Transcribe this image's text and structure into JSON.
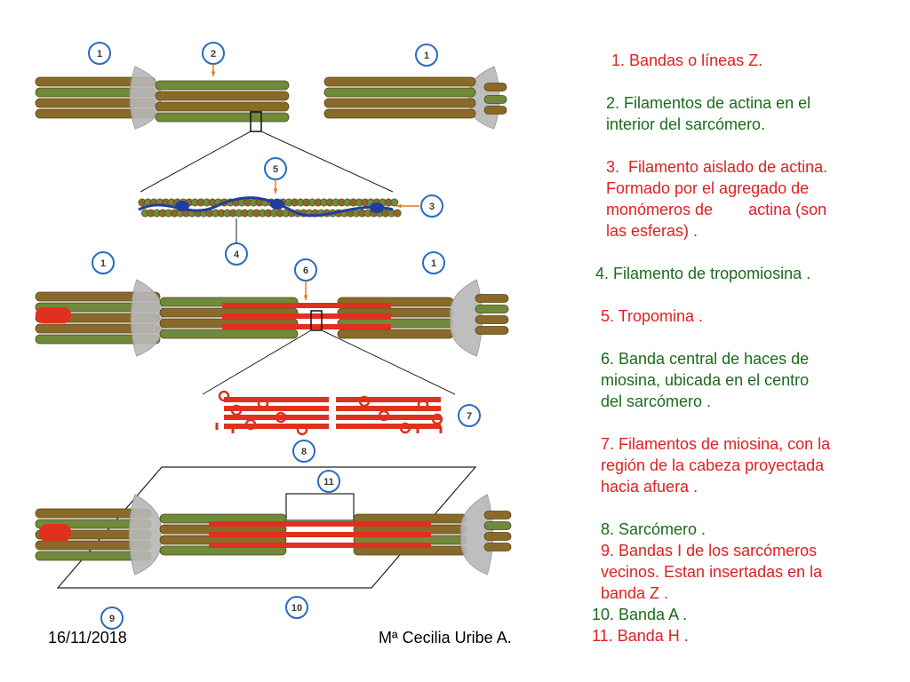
{
  "colors": {
    "actin": "#8a6a2a",
    "actin_dark": "#5a4416",
    "actin_light": "#6f8a3a",
    "myosin": "#e0301e",
    "z_disc": "#b8b8b8",
    "tropomyosin": "#1f3fa0",
    "marker_ring": "#2a6bbf",
    "arrow": "#e07a20",
    "text_red": "#e02020",
    "text_green": "#1a6b1a"
  },
  "markers": [
    {
      "id": "m1a",
      "label": "1"
    },
    {
      "id": "m2",
      "label": "2"
    },
    {
      "id": "m1b",
      "label": "1"
    },
    {
      "id": "m5",
      "label": "5"
    },
    {
      "id": "m3",
      "label": "3"
    },
    {
      "id": "m4",
      "label": "4"
    },
    {
      "id": "m1c",
      "label": "1"
    },
    {
      "id": "m6",
      "label": "6"
    },
    {
      "id": "m1d",
      "label": "1"
    },
    {
      "id": "m7",
      "label": "7"
    },
    {
      "id": "m8",
      "label": "8"
    },
    {
      "id": "m11",
      "label": "11"
    },
    {
      "id": "m9",
      "label": "9"
    },
    {
      "id": "m10",
      "label": "10"
    }
  ],
  "legend": [
    {
      "text": "1. Bandas o líneas Z.",
      "color": "red"
    },
    {
      "text": "2. Filamentos de actina en el\ninterior del sarcómero.",
      "color": "green"
    },
    {
      "text": "3.  Filamento aislado de actina.\nFormado por el agregado de\nmonómeros de        actina (son\nlas esferas) .",
      "color": "red"
    },
    {
      "text": "4. Filamento de tropomiosina .",
      "color": "green"
    },
    {
      "text": "5. Tropomina .",
      "color": "red"
    },
    {
      "text": "6. Banda central de haces de\nmiosina, ubicada en el centro\ndel sarcómero .",
      "color": "green"
    },
    {
      "text": "7. Filamentos de miosina, con la\nregión de la cabeza proyectada\nhacia afuera .",
      "color": "red"
    },
    {
      "text": "8. Sarcómero .",
      "color": "green"
    },
    {
      "text": "9. Bandas I de los sarcómeros\nvecinos. Estan insertadas en la\nbanda Z .",
      "color": "red"
    },
    {
      "text": "10. Banda A .",
      "color": "green"
    },
    {
      "text": "11. Banda H .",
      "color": "red"
    }
  ],
  "footer": {
    "date": "16/11/2018",
    "author": "Mª  Cecilia Uribe A."
  }
}
